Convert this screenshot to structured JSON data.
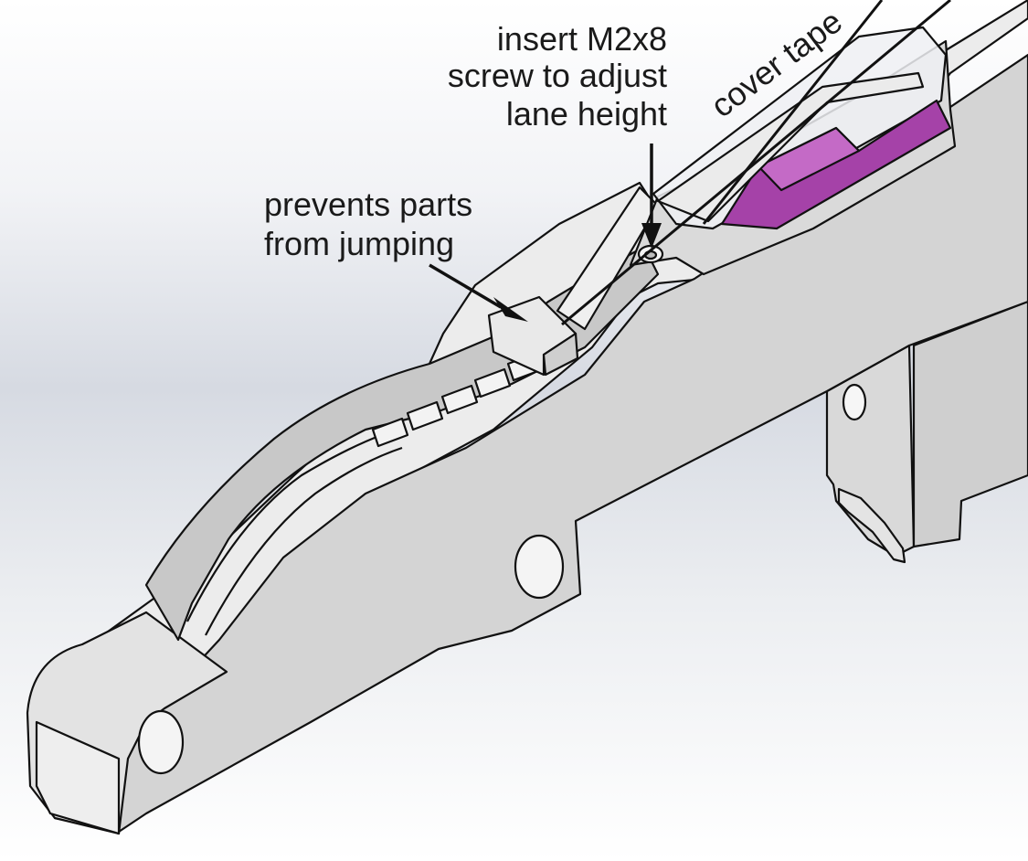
{
  "annotations": {
    "screw": {
      "line1": "insert M2x8",
      "line2": "screw to adjust",
      "line3": "lane height"
    },
    "parts": {
      "line1": "prevents parts",
      "line2": "from jumping"
    },
    "tape": "cover tape"
  },
  "colors": {
    "background_top": "#ffffff",
    "background_mid": "#d9dde4",
    "part_face": "#d6d6d6",
    "part_top": "#e6e6e6",
    "part_light": "#f1f1f1",
    "edge": "#111111",
    "accent_purple": "#a542a8",
    "accent_purple_light": "#c46ac6",
    "text": "#1a1a1a"
  }
}
